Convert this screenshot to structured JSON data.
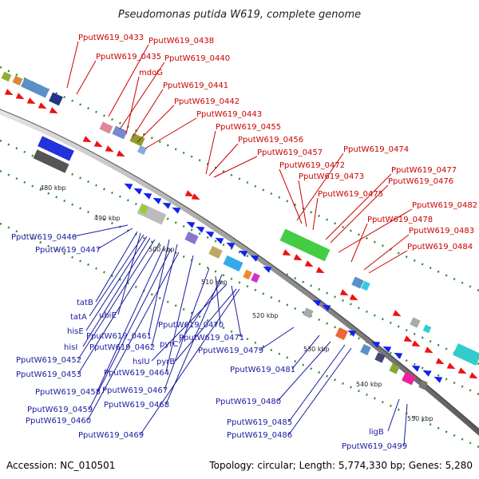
{
  "title": "Pseudomonas putida W619, complete genome",
  "footer": {
    "accession": "Accession: NC_010501",
    "summary": "Topology: circular; Length: 5,774,330 bp; Genes: 5,280"
  },
  "ticks": [
    "480 kbp",
    "490 kbp",
    "500 kbp",
    "510 kbp",
    "520 kbp",
    "530 kbp",
    "540 kbp",
    "550 kbp"
  ],
  "labels_forward": [
    "PputW619_0433",
    "PputW619_0438",
    "PputW619_0435",
    "PputW619_0440",
    "mdoG",
    "PputW619_0441",
    "PputW619_0442",
    "PputW619_0443",
    "PputW619_0455",
    "PputW619_0456",
    "PputW619_0457",
    "PputW619_0474",
    "PputW619_0472",
    "PputW619_0477",
    "PputW619_0473",
    "PputW619_0476",
    "PputW619_0475",
    "PputW619_0482",
    "PputW619_0478",
    "PputW619_0483",
    "PputW619_0484"
  ],
  "labels_reverse": [
    "PputW619_0446",
    "PputW619_0447",
    "tatB",
    "ubiE",
    "tatA",
    "hisE",
    "PputW619_0461",
    "PputW619_0470",
    "hisI",
    "PputW619_0462",
    "pyrC",
    "PputW619_0471",
    "PputW619_0479",
    "PputW619_0452",
    "hslU",
    "pyrB",
    "PputW619_0453",
    "PputW619_0464",
    "PputW619_0481",
    "PputW619_0458",
    "PputW619_0467",
    "PputW619_0459",
    "PputW619_0468",
    "PputW619_0480",
    "PputW619_0460",
    "PputW619_0485",
    "ligB",
    "PputW619_0469",
    "PputW619_0486",
    "PputW619_0499"
  ],
  "colors": {
    "forward_label": "#cc0000",
    "reverse_label": "#1a1aa0",
    "forward_cds": "#ee1111",
    "reverse_cds": "#1122ee",
    "backbone": "#999999",
    "tick": "#228822"
  }
}
